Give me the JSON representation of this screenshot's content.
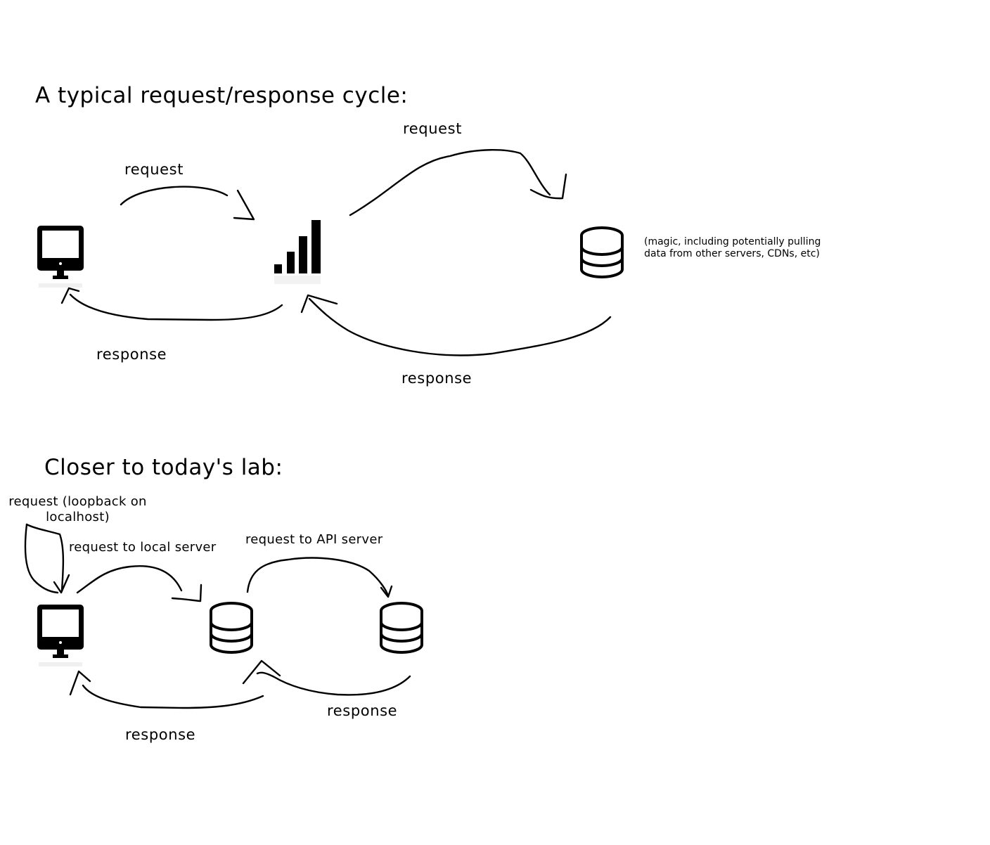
{
  "section1": {
    "title": "A typical request/response cycle:",
    "request_client_label": "request",
    "request_server_label": "request",
    "response_client_label": "response",
    "response_server_label": "response",
    "note_line1": "(magic, including potentially pulling",
    "note_line2": "data from other servers, CDNs, etc)",
    "icons": [
      "computer-icon",
      "signal-bars-icon",
      "database-icon"
    ]
  },
  "section2": {
    "title": "Closer to today's lab:",
    "loopback_line1": "request (loopback on",
    "loopback_line2": "localhost)",
    "local_server_label": "request to local server",
    "api_server_label": "request to API server",
    "response_left_label": "response",
    "response_right_label": "response",
    "icons": [
      "computer-icon",
      "database-icon",
      "database-icon"
    ]
  }
}
